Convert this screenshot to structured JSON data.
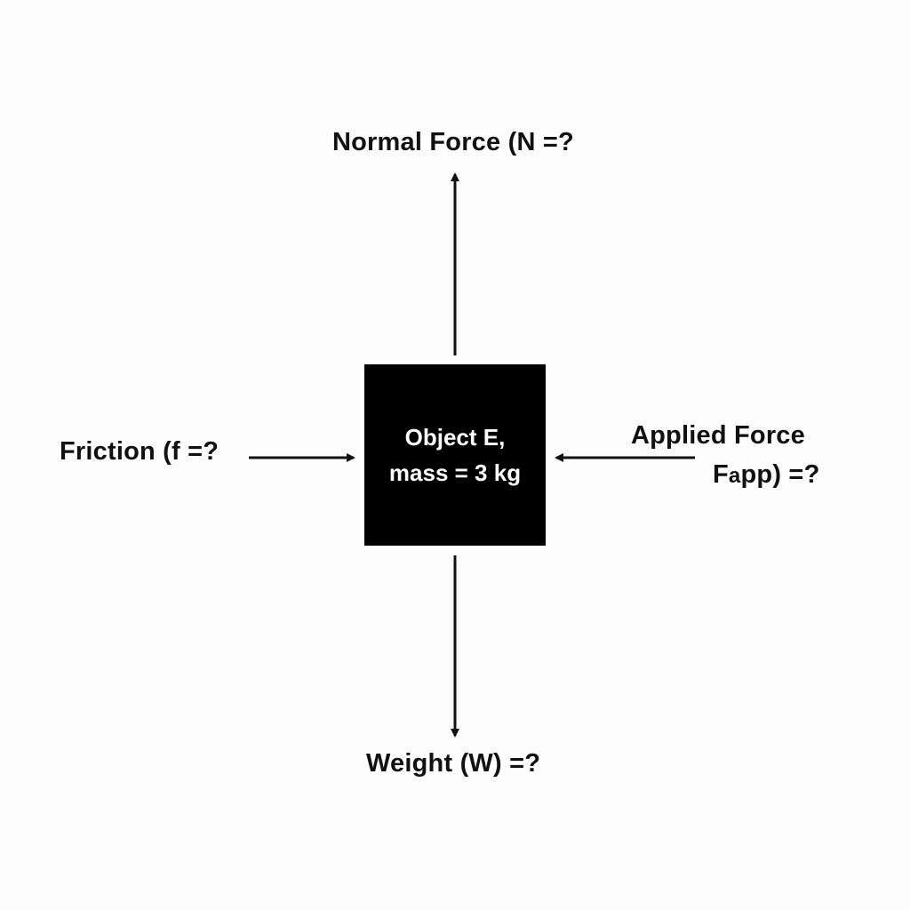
{
  "diagram": {
    "object": {
      "name_line": "Object E,",
      "mass_line": "mass = 3 kg"
    },
    "forces": {
      "normal": {
        "label": "Normal Force (N =?",
        "direction": "up"
      },
      "friction": {
        "label": "Friction (f =?",
        "direction": "right"
      },
      "applied": {
        "label_line1": "Applied Force",
        "label_line2_prefix": "F",
        "label_line2_sub": "a",
        "label_line2_rest": "pp) =?",
        "direction": "left"
      },
      "weight": {
        "label": "Weight (W) =?",
        "direction": "down"
      }
    },
    "colors": {
      "object_fill": "#000000",
      "object_text": "#ffffff",
      "arrow": "#111111",
      "background": "#fdfdfd"
    }
  }
}
